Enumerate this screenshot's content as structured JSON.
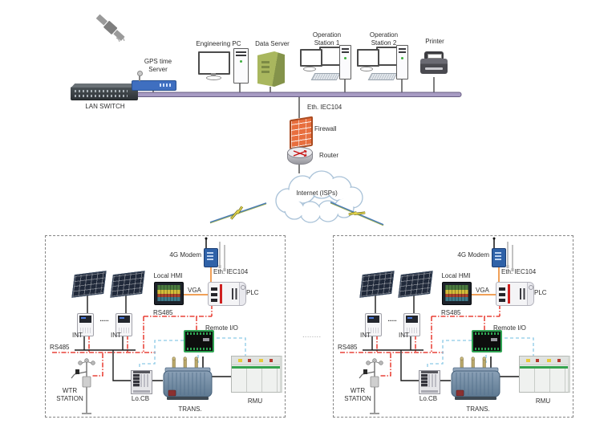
{
  "header": {
    "lan_switch": "LAN SWITCH",
    "gps_server": "GPS time\nServer",
    "engineering_pc": "Engineering PC",
    "data_server": "Data Server",
    "operation_station_1": "Operation\nStation 1",
    "operation_station_2": "Operation\nStation 2",
    "printer": "Printer",
    "eth_iec104": "Eth. IEC104",
    "firewall": "Firewall",
    "router": "Router",
    "internet": "Internet (ISPs)"
  },
  "sites": [
    {
      "modem": "4G Modem",
      "eth_iec104": "Eth. IEC104",
      "local_hmi": "Local HMI",
      "vga": "VGA",
      "plc": "PLC",
      "rs485_plc": "RS485",
      "remote_io": "Remote I/O",
      "int_1": "INT",
      "int_2": "INT",
      "inverter_dots": ".....",
      "rs485_bus": "RS485",
      "wtr_station": "WTR\nSTATION",
      "lo_cb": "Lo.CB",
      "trans": "TRANS.",
      "rmu": "RMU"
    },
    {
      "modem": "4G Modem",
      "eth_iec104": "Eth. IEC104",
      "local_hmi": "Local HMI",
      "vga": "VGA",
      "plc": "PLC",
      "rs485_plc": "RS485",
      "remote_io": "Remote I/O",
      "int_1": "INT",
      "int_2": "INT",
      "inverter_dots": ".....",
      "rs485_bus": "RS485",
      "wtr_station": "WTR\nSTATION",
      "lo_cb": "Lo.CB",
      "trans": "TRANS.",
      "rmu": "RMU"
    }
  ],
  "separator_dots": "........",
  "colors": {
    "lan_bus": "#a79bc3",
    "serial_link_orange": "#f0a058",
    "rs485_link_red": "#e41c10",
    "io_link_blue": "#8ccae6",
    "rmu_accent_green": "#35a34f"
  }
}
